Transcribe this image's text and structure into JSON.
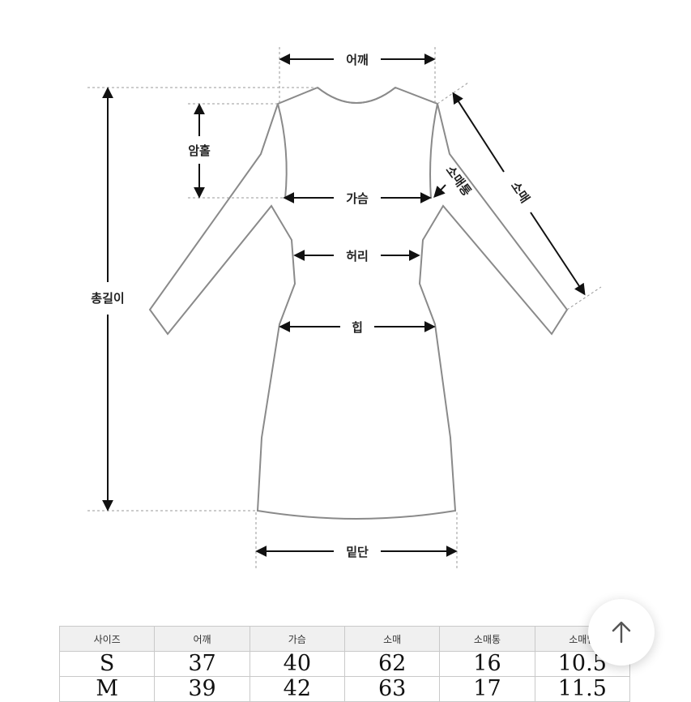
{
  "diagram": {
    "labels": {
      "shoulder": "어깨",
      "armhole": "암홀",
      "chest": "가슴",
      "sleeve_width": "소매통",
      "sleeve": "소매",
      "waist": "허리",
      "total_length": "총길이",
      "hip": "힙",
      "hem": "밑단"
    }
  },
  "size_table": {
    "headers": [
      "사이즈",
      "어깨",
      "가슴",
      "소매",
      "소매통",
      "소매밑"
    ],
    "rows": [
      [
        "S",
        "37",
        "40",
        "62",
        "16",
        "10.5"
      ],
      [
        "M",
        "39",
        "42",
        "63",
        "17",
        "11.5"
      ]
    ]
  },
  "scroll_top": {
    "icon": "arrow-up-icon"
  }
}
